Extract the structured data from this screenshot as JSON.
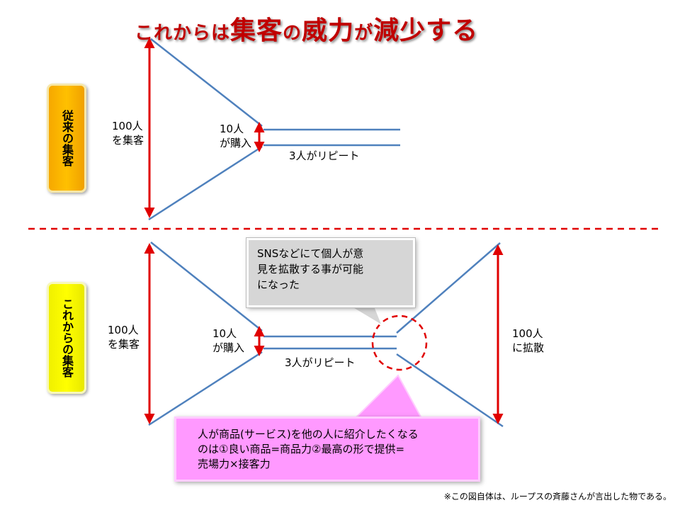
{
  "title": {
    "parts": [
      "これからは",
      "集客",
      "の",
      "威力",
      "が",
      "減少する"
    ]
  },
  "section_old": {
    "label": "従来の集客",
    "collect": [
      "100人",
      "を集客"
    ],
    "buy": [
      "10人",
      "が購入"
    ],
    "repeat": "3人がリピート"
  },
  "section_new": {
    "label": "これからの集客",
    "collect": [
      "100人",
      "を集客"
    ],
    "buy": [
      "10人",
      "が購入"
    ],
    "repeat": "3人がリピート",
    "spread": [
      "100人",
      "に拡散"
    ]
  },
  "callouts": {
    "sns": [
      "SNSなどにて個人が意",
      "見を拡散する事が可能",
      "になった"
    ],
    "product": [
      "人が商品(サービス)を他の人に紹介したくなる",
      "のは①良い商品=商品力②最高の形で提供=",
      "売場力×接客力"
    ]
  },
  "footnote": "※この図自体は、ループスの斉藤さんが言出した物である。",
  "colors": {
    "title": "#c00000",
    "lines": "#4f81bd",
    "arrows": "#e00000",
    "divider": "#e00000"
  }
}
